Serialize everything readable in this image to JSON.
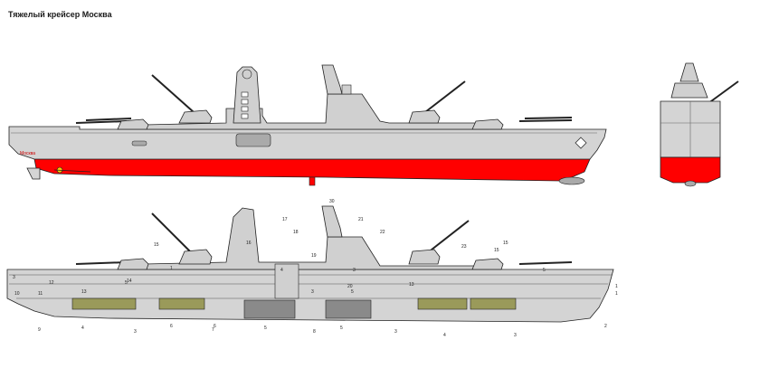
{
  "title": "Тяжелый крейсер Москва",
  "ship_name": "Москва",
  "colors": {
    "hull": "#d4d4d4",
    "superstructure": "#d0d0d0",
    "waterline": "#ff0000",
    "outline": "#222222",
    "deck_lines": "#555555",
    "compartment_green": "#9a9a5a",
    "compartment_gray": "#8a8a8a",
    "accent_yellow": "#ffcc00",
    "emblem": "#333333"
  },
  "callouts": [
    {
      "id": "c1a",
      "text": "1"
    },
    {
      "id": "c1b",
      "text": "1"
    },
    {
      "id": "c1c",
      "text": "1"
    },
    {
      "id": "c2",
      "text": "2"
    },
    {
      "id": "c3a",
      "text": "3"
    },
    {
      "id": "c3b",
      "text": "3"
    },
    {
      "id": "c3c",
      "text": "3"
    },
    {
      "id": "c3d",
      "text": "3"
    },
    {
      "id": "c3e",
      "text": "3"
    },
    {
      "id": "c3f",
      "text": "3"
    },
    {
      "id": "c4a",
      "text": "4"
    },
    {
      "id": "c4b",
      "text": "4"
    },
    {
      "id": "c4c",
      "text": "4"
    },
    {
      "id": "c5a",
      "text": "5"
    },
    {
      "id": "c5b",
      "text": "5"
    },
    {
      "id": "c5c",
      "text": "5"
    },
    {
      "id": "c5d",
      "text": "5"
    },
    {
      "id": "c5e",
      "text": "5"
    },
    {
      "id": "c6a",
      "text": "6"
    },
    {
      "id": "c6b",
      "text": "6"
    },
    {
      "id": "c7",
      "text": "7"
    },
    {
      "id": "c8",
      "text": "8"
    },
    {
      "id": "c9",
      "text": "9"
    },
    {
      "id": "c10",
      "text": "10"
    },
    {
      "id": "c11",
      "text": "11"
    },
    {
      "id": "c12",
      "text": "12"
    },
    {
      "id": "c13a",
      "text": "13"
    },
    {
      "id": "c13b",
      "text": "13"
    },
    {
      "id": "c14",
      "text": "14"
    },
    {
      "id": "c15a",
      "text": "15"
    },
    {
      "id": "c15b",
      "text": "15"
    },
    {
      "id": "c15c",
      "text": "15"
    },
    {
      "id": "c16",
      "text": "16"
    },
    {
      "id": "c17",
      "text": "17"
    },
    {
      "id": "c18",
      "text": "18"
    },
    {
      "id": "c19",
      "text": "19"
    },
    {
      "id": "c20",
      "text": "20"
    },
    {
      "id": "c21",
      "text": "21"
    },
    {
      "id": "c22",
      "text": "22"
    },
    {
      "id": "c23",
      "text": "23"
    },
    {
      "id": "c30",
      "text": "30"
    }
  ]
}
